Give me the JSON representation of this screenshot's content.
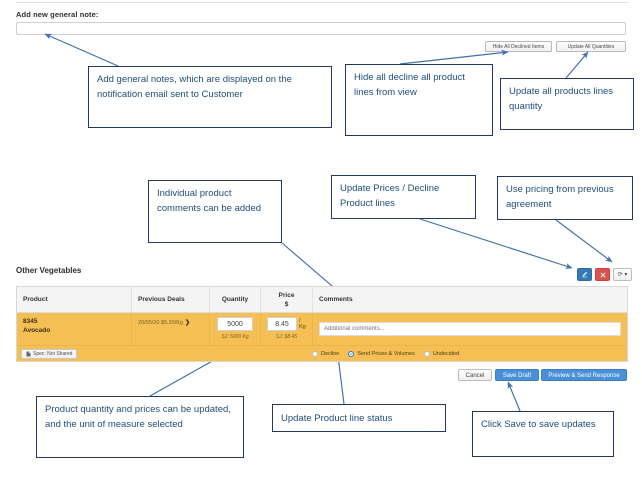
{
  "note": {
    "label": "Add new general note:",
    "value": "",
    "placeholder": ""
  },
  "top_buttons": {
    "hide_declined": "Hide All Declined Items",
    "update_quantities": "Update All Quantities"
  },
  "callouts": [
    {
      "id": "notes",
      "text": "Add general notes, which are displayed on the notification email sent to Customer"
    },
    {
      "id": "hide",
      "text": "Hide all decline all product lines from view"
    },
    {
      "id": "updateqty",
      "text": "Update all products lines quantity"
    },
    {
      "id": "comments",
      "text": "Individual product comments can be added"
    },
    {
      "id": "prices",
      "text": "Update Prices / Decline Product lines"
    },
    {
      "id": "prev",
      "text": "Use pricing from previous agreement"
    },
    {
      "id": "qtyprice",
      "text": "Product quantity and prices can be updated, and the unit of measure selected"
    },
    {
      "id": "status",
      "text": "Update Product line status"
    },
    {
      "id": "save",
      "text": "Click Save to save updates"
    }
  ],
  "table": {
    "title": "Other Vegetables",
    "icons": {
      "edit": "pencil-icon",
      "decline": "x-icon",
      "refresh": "refresh-caret-icon",
      "refresh_glyph": "⟳ ▾"
    },
    "headers": {
      "product": "Product",
      "previous_deals": "Previous Deals",
      "quantity": "Quantity",
      "price_line1": "Price",
      "price_line2": "$",
      "comments": "Comments"
    },
    "rows": [
      {
        "code": "8345",
        "name": "Avocado",
        "previous_deal": "20/05/20  $5.20/Kg",
        "previous_deal_chevron": "❯",
        "quantity": "5000",
        "quantity_sub": "SJ: 5000 Kg",
        "price": "8.45",
        "price_unit": "/ Kg",
        "price_sub": "SJ: $8.45",
        "comment_value": "",
        "comment_placeholder": "Additional comments...",
        "spec_badge": "Spec: Not Shared",
        "spec_icon": "document-icon",
        "status_options": [
          {
            "label": "Decline",
            "selected": false
          },
          {
            "label": "Send Prices & Volumes",
            "selected": true
          },
          {
            "label": "Undecided",
            "selected": false
          }
        ]
      }
    ]
  },
  "actions": {
    "cancel": "Cancel",
    "save_draft": "Save Draft",
    "preview_send": "Preview & Send Response"
  },
  "colors": {
    "row_highlight": "#f5bf53",
    "primary_button": "#4a90d9",
    "callout_text": "#1f4e79",
    "callout_border": "#1f3864",
    "arrow": "#3f6fad",
    "danger": "#d9534f",
    "info": "#337ab7"
  }
}
